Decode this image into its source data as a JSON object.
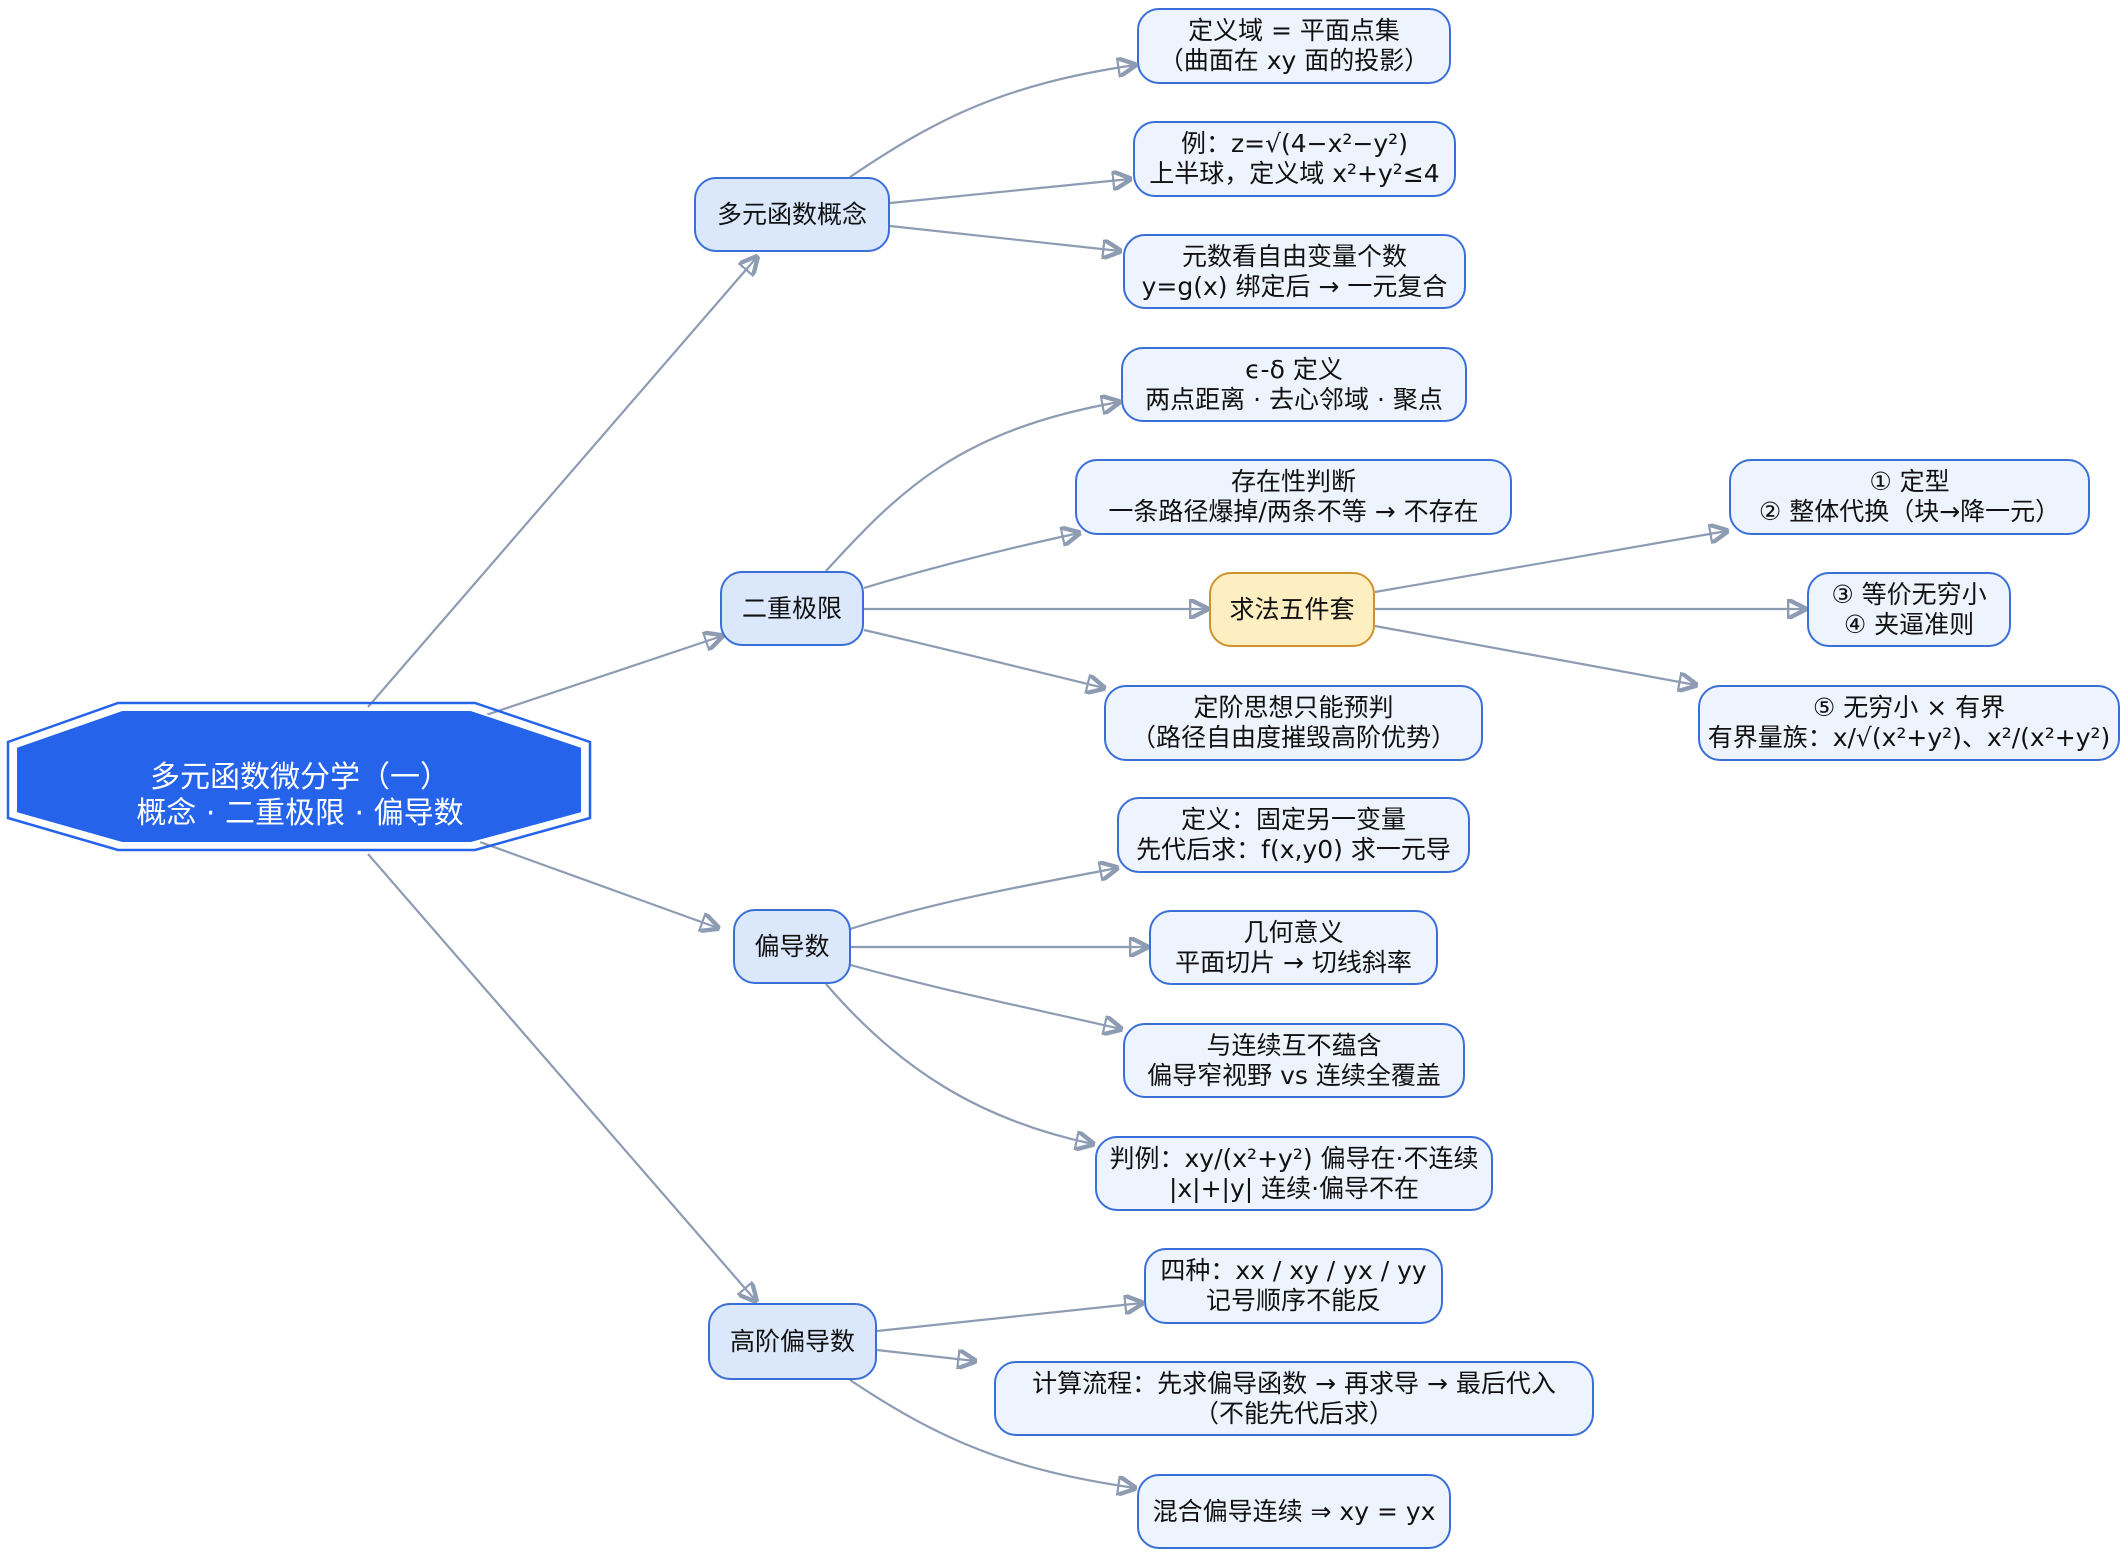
{
  "root": {
    "line1": "多元函数微分学（一）",
    "line2": "概念 · 二重极限 · 偏导数"
  },
  "branches": {
    "concept": "多元函数概念",
    "limit": "二重极限",
    "partial": "偏导数",
    "higher": "高阶偏导数"
  },
  "concept_leaves": [
    [
      "定义域 = 平面点集",
      "（曲面在 xy 面的投影）"
    ],
    [
      "例：z=√(4−x²−y²)",
      "上半球，定义域 x²+y²≤4"
    ],
    [
      "元数看自由变量个数",
      "y=g(x) 绑定后 → 一元复合"
    ]
  ],
  "limit_leaves": {
    "def": [
      "ϵ-δ 定义",
      "两点距离 · 去心邻域 · 聚点"
    ],
    "exist": [
      "存在性判断",
      "一条路径爆掉/两条不等 → 不存在"
    ],
    "five": "求法五件套",
    "order": [
      "定阶思想只能预判",
      "（路径自由度摧毁高阶优势）"
    ]
  },
  "five_leaves": [
    [
      "① 定型",
      "② 整体代换（块→降一元）"
    ],
    [
      "③ 等价无穷小",
      "④ 夹逼准则"
    ],
    [
      "⑤ 无穷小 × 有界",
      "有界量族：x/√(x²+y²)、x²/(x²+y²)"
    ]
  ],
  "partial_leaves": [
    [
      "定义：固定另一变量",
      "先代后求：f(x,y0) 求一元导"
    ],
    [
      "几何意义",
      "平面切片 → 切线斜率"
    ],
    [
      "与连续互不蕴含",
      "偏导窄视野 vs 连续全覆盖"
    ],
    [
      "判例：xy/(x²+y²) 偏导在·不连续",
      "|x|+|y| 连续·偏导不在"
    ]
  ],
  "higher_leaves": [
    [
      "四种：xx / xy / yx / yy",
      "记号顺序不能反"
    ],
    [
      "计算流程：先求偏导函数 → 再求导 → 最后代入",
      "（不能先代后求）"
    ],
    [
      "混合偏导连续 ⇒ xy = yx"
    ]
  ],
  "colors": {
    "root_fill": "#2563eb",
    "branch_fill": "#dbe8fb",
    "leaf_fill": "#eef4fd",
    "highlight_fill": "#fdefc2",
    "border": "#3a6fd8",
    "highlight_border": "#d0922c",
    "edge": "#8d9bb3"
  }
}
